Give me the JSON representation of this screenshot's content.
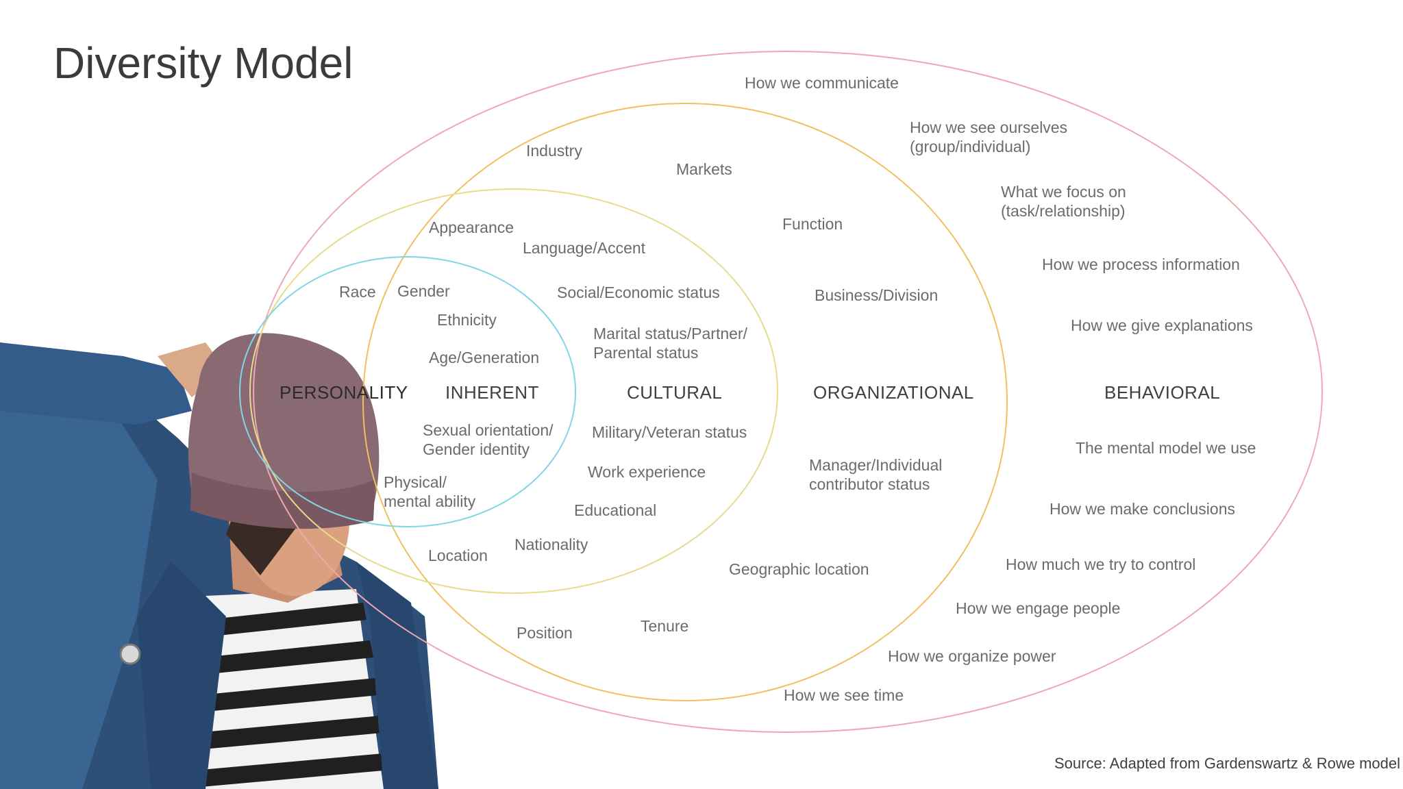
{
  "title": "Diversity Model",
  "source": "Source: Adapted from Gardenswartz & Rowe model",
  "layers": {
    "personality": "PERSONALITY",
    "inherent": "INHERENT",
    "cultural": "CULTURAL",
    "organizational": "ORGANIZATIONAL",
    "behavioral": "BEHAVIORAL"
  },
  "inherent_items": {
    "race": "Race",
    "gender": "Gender",
    "ethnicity": "Ethnicity",
    "age": "Age/Generation",
    "sexual_orientation": "Sexual orientation/\nGender identity",
    "ability": "Physical/\nmental ability"
  },
  "cultural_items": {
    "appearance": "Appearance",
    "language": "Language/Accent",
    "social": "Social/Economic status",
    "marital": "Marital status/Partner/\nParental status",
    "military": "Military/Veteran status",
    "work": "Work experience",
    "educational": "Educational",
    "nationality": "Nationality",
    "location": "Location"
  },
  "organizational_items": {
    "industry": "Industry",
    "markets": "Markets",
    "function": "Function",
    "business": "Business/Division",
    "manager": "Manager/Individual\ncontributor status",
    "geographic": "Geographic location",
    "tenure": "Tenure",
    "position": "Position"
  },
  "behavioral_items": {
    "communicate": "How we communicate",
    "see_ourselves": "How we see ourselves\n(group/individual)",
    "focus": "What we focus on\n(task/relationship)",
    "process": "How we process information",
    "explanations": "How we give explanations",
    "mental_model": "The mental model we use",
    "conclusions": "How we make conclusions",
    "control": "How much we try to control",
    "engage": "How we engage people",
    "power": "How we organize power",
    "time": "How we see time"
  },
  "colors": {
    "ring_inherent": "#7fd6e6",
    "ring_cultural": "#e6dc8a",
    "ring_organizational": "#f0c060",
    "ring_behavioral": "#f0a8b0"
  }
}
